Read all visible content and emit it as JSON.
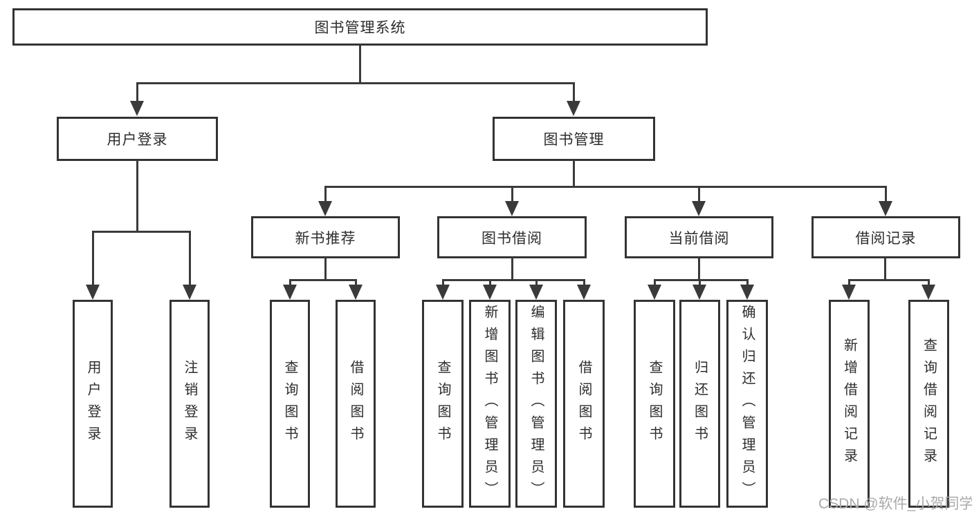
{
  "diagram": {
    "type": "tree",
    "root": {
      "label": "图书管理系统"
    },
    "level1": [
      {
        "label": "用户登录",
        "parent": "图书管理系统"
      },
      {
        "label": "图书管理",
        "parent": "图书管理系统"
      }
    ],
    "level2": [
      {
        "label": "新书推荐",
        "parent": "图书管理"
      },
      {
        "label": "图书借阅",
        "parent": "图书管理"
      },
      {
        "label": "当前借阅",
        "parent": "图书管理"
      },
      {
        "label": "借阅记录",
        "parent": "图书管理"
      }
    ],
    "leaves": [
      {
        "label": "用户登录",
        "parent": "用户登录"
      },
      {
        "label": "注销登录",
        "parent": "用户登录"
      },
      {
        "label": "查询图书",
        "parent": "新书推荐"
      },
      {
        "label": "借阅图书",
        "parent": "新书推荐"
      },
      {
        "label": "查询图书",
        "parent": "图书借阅"
      },
      {
        "label": "新增图书（管理员）",
        "parent": "图书借阅"
      },
      {
        "label": "编辑图书（管理员）",
        "parent": "图书借阅"
      },
      {
        "label": "借阅图书",
        "parent": "图书借阅"
      },
      {
        "label": "查询图书",
        "parent": "当前借阅"
      },
      {
        "label": "归还图书",
        "parent": "当前借阅"
      },
      {
        "label": "确认归还（管理员）",
        "parent": "当前借阅"
      },
      {
        "label": "新增借阅记录",
        "parent": "借阅记录"
      },
      {
        "label": "查询借阅记录",
        "parent": "借阅记录"
      }
    ]
  },
  "watermark": {
    "text": "CSDN @软件_小贺同学",
    "color": "#aaaaaa"
  },
  "colors": {
    "line": "#3a3a3a",
    "border": "#333333",
    "text": "#2d2d2d",
    "background": "#ffffff"
  }
}
